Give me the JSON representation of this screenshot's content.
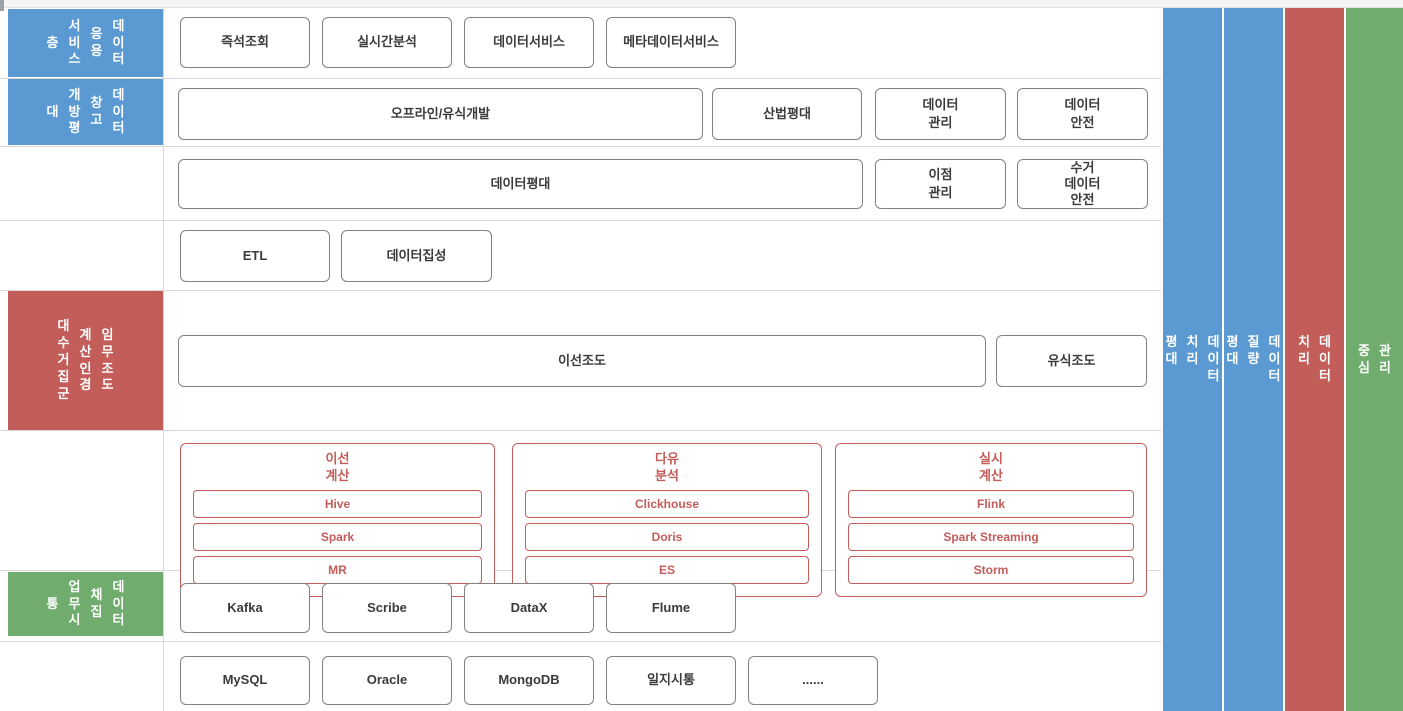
{
  "palette": {
    "blue": "#5b99d2",
    "red": "#c25d59",
    "green": "#6fac6d",
    "box_border": "#828282",
    "grid_line": "#d8d8d8",
    "box_text": "#3b3b3b"
  },
  "left_labels": [
    {
      "text": "데이터 응용 서비스 층",
      "color": "blue",
      "columns": [
        "층",
        "서비스",
        "응용",
        "데이터"
      ]
    },
    {
      "text": "데이터 창고 개방평 대",
      "color": "blue",
      "columns": [
        "대",
        "개방평",
        "창고",
        "데이터"
      ]
    },
    {
      "text": "임무조도 계산인경 대수거집군",
      "color": "red",
      "columns": [
        "대수거집군",
        "계산인경",
        "임무조도"
      ]
    },
    {
      "text": "데이터 채집 업무시 통",
      "color": "green",
      "columns": [
        "통",
        "업무시",
        "채집",
        "데이터"
      ]
    }
  ],
  "rows": {
    "app_service": {
      "boxes": [
        "즉석조회",
        "실시간분석",
        "데이터서비스",
        "메타데이터서비스"
      ]
    },
    "open_platform": {
      "boxes": [
        "오프라인/유식개발",
        "산법평대",
        "데이터\n관리",
        "데이터\n안전"
      ]
    },
    "platform": {
      "boxes": [
        "데이터평대",
        "이점\n관리",
        "수거\n데이터\n안전"
      ]
    },
    "etl": {
      "boxes": [
        "ETL",
        "데이터집성"
      ]
    },
    "scheduling": {
      "boxes": [
        "이선조도",
        "유식조도"
      ]
    },
    "collection": {
      "boxes": [
        "Kafka",
        "Scribe",
        "DataX",
        "Flume"
      ]
    },
    "sources": {
      "boxes": [
        "MySQL",
        "Oracle",
        "MongoDB",
        "일지시통",
        "......"
      ]
    }
  },
  "compute_groups": [
    {
      "title": "이선\n계산",
      "engines": [
        "Hive",
        "Spark",
        "MR"
      ]
    },
    {
      "title": "다유\n분석",
      "engines": [
        "Clickhouse",
        "Doris",
        "ES"
      ]
    },
    {
      "title": "실시\n계산",
      "engines": [
        "Flink",
        "Spark Streaming",
        "Storm"
      ]
    }
  ],
  "right_bars": [
    {
      "text": "데이터 치리 평대",
      "color": "blue",
      "columns": [
        "평대",
        "치리",
        "데이터"
      ]
    },
    {
      "text": "데이터 질량 평대",
      "color": "blue",
      "columns": [
        "평대",
        "질량",
        "데이터"
      ]
    },
    {
      "text": "데이터 치리",
      "color": "red",
      "columns": [
        "치리",
        "데이터"
      ]
    },
    {
      "text": "관리 중심",
      "color": "green",
      "columns": [
        "중심",
        "관리"
      ]
    }
  ]
}
